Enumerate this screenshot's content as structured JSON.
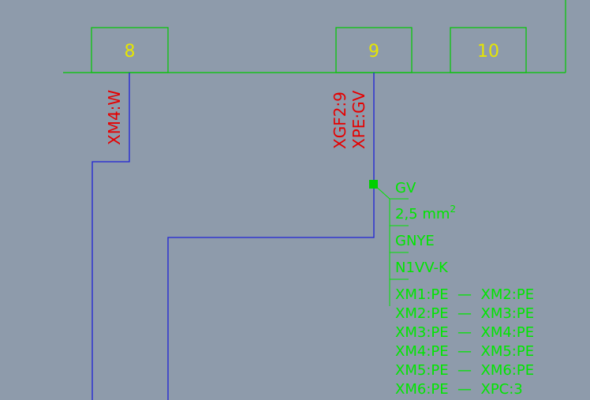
{
  "colors": {
    "background": "#8e9bab",
    "terminal_box": "#00c800",
    "terminal_label": "#e6e600",
    "wire": "#1e22d6",
    "wire_label": "#e60000",
    "annotation": "#00e600",
    "grip": "#00d000"
  },
  "terminals": [
    {
      "label": "8"
    },
    {
      "label": "9"
    },
    {
      "label": "10"
    }
  ],
  "wire_labels": {
    "left": [
      "XM4:W"
    ],
    "right": [
      "XGF2:9",
      "XPE:GV"
    ]
  },
  "annotation": {
    "name": "GV",
    "cross_section": "2,5 mm",
    "cross_section_sup": "2",
    "color": "GNYE",
    "cable_type": "N1VV-K",
    "connections": [
      "XM1:PE  —  XM2:PE",
      "XM2:PE  —  XM3:PE",
      "XM3:PE  —  XM4:PE",
      "XM4:PE  —  XM5:PE",
      "XM5:PE  —  XM6:PE",
      "XM6:PE  —  XPC:3"
    ]
  }
}
